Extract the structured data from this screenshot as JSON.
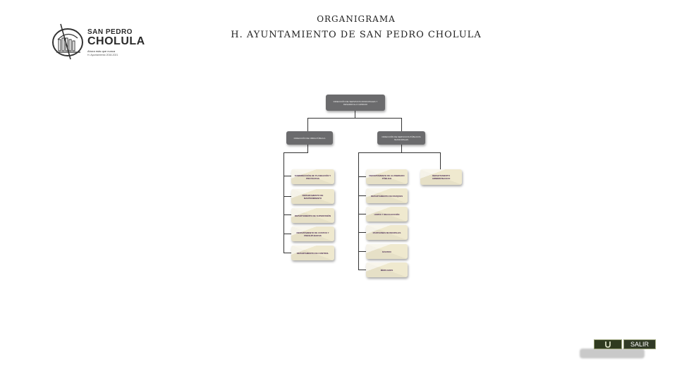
{
  "header": {
    "title": "ORGANIGRAMA",
    "subtitle": "H. AYUNTAMIENTO DE SAN PEDRO CHOLULA"
  },
  "logo": {
    "line1": "SAN PEDRO",
    "line2": "CHOLULA",
    "line3": "Ahora más que nunca",
    "line4": "H. Ayuntamiento 2018-2021"
  },
  "orgchart": {
    "root": "DIRECCIÓN DE SERVICIOS MUNICIPALES Y DESARROLLO URBANO",
    "level1": [
      "DIRECCIÓN DE OBRA PÚBLICA",
      "DIRECCIÓN DE SERVICIOS PÚBLICOS MUNICIPALES"
    ],
    "left_column": [
      "SUBDIRECCIÓN DE PLANEACIÓN Y PROYECTOS",
      "DEPARTAMENTO DE MANTENIMIENTO",
      "DEPARTAMENTO DE SUPERVISIÓN",
      "DEPARTAMENTO DE COSTOS Y PRESUPUESTOS",
      "DEPARTAMENTO DE CONTROL"
    ],
    "right_column": [
      "DEPARTAMENTO DE ALUMBRADO PÚBLICO",
      "DEPARTAMENTO DE PARQUES",
      "LIMPIA Y RECOLECCIÓN",
      "PANTEONES MUNICIPALES",
      "RASTRO",
      "MERCADOS"
    ],
    "right_extra": "DEPARTAMENTO ADMINISTRATIVO"
  },
  "nav": {
    "exit_label": "SALIR",
    "exit_icon": "u-turn-icon"
  },
  "colors": {
    "dark_box": "#6b6b6d",
    "light_box": "#efe9cf",
    "exit_bg": "#313a26"
  }
}
